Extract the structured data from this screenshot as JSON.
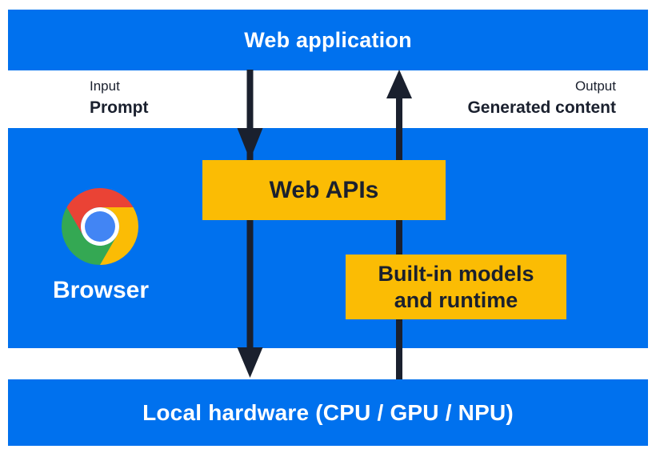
{
  "title": "Chrome built-in AI architecture diagram",
  "colors": {
    "layer_blue": "#0071EE",
    "box_yellow": "#FBBC04",
    "ink_dark": "#1A202E",
    "text_light": "#FFFFFF",
    "chrome_red": "#EA4335",
    "chrome_yellow": "#FBBC05",
    "chrome_green": "#34A853",
    "chrome_blue": "#4285F4"
  },
  "layers": {
    "web_application": {
      "label": "Web application"
    },
    "browser": {
      "label": "Browser"
    },
    "local_hardware": {
      "label": "Local hardware (CPU / GPU / NPU)"
    }
  },
  "flow_labels": {
    "input": {
      "kicker": "Input",
      "label": "Prompt"
    },
    "output": {
      "kicker": "Output",
      "label": "Generated content"
    }
  },
  "boxes": {
    "web_apis": {
      "label": "Web APIs"
    },
    "built_in": {
      "line1": "Built-in models",
      "line2": "and runtime"
    }
  },
  "icons": {
    "chrome": "chrome-browser-logo"
  },
  "arrows": {
    "down": "prompt-flow-from-web-application-to-local-hardware",
    "up": "generated-content-flow-from-local-hardware-to-web-application"
  }
}
